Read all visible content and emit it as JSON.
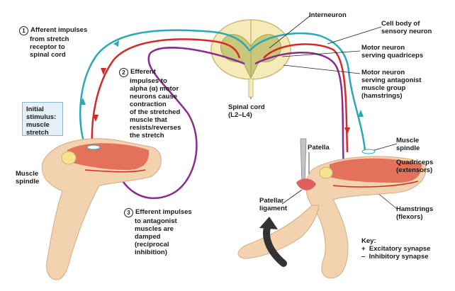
{
  "labels": {
    "afferent": [
      "Afferent impulses",
      "from stretch",
      "receptor to",
      "spinal cord"
    ],
    "efferent_alpha": [
      "Efferent",
      "impulses to",
      "alpha (α) motor",
      "neurons cause",
      "contraction",
      "of the stretched",
      "muscle that",
      "resists/reverses",
      "the stretch"
    ],
    "efferent_antagonist": [
      "Efferent impulses",
      "to antagonist",
      "muscles are",
      "damped",
      "(reciprocal",
      "inhibition)"
    ],
    "initial_stimulus": [
      "Initial",
      "stimulus:",
      "muscle",
      "stretch"
    ],
    "muscle_spindle_left": [
      "Muscle",
      "spindle"
    ],
    "muscle_spindle_right": [
      "Muscle",
      "spindle"
    ],
    "spinal_cord": [
      "Spinal cord",
      "(L2–L4)"
    ],
    "interneuron": "Interneuron",
    "cell_body": [
      "Cell body of",
      "sensory neuron"
    ],
    "motor_quadriceps": [
      "Motor neuron",
      "serving quadriceps"
    ],
    "motor_antagonist": [
      "Motor neuron",
      "serving antagonist",
      "muscle group",
      "(hamstrings)"
    ],
    "patella": "Patella",
    "quadriceps": [
      "Quadriceps",
      "(extensors)"
    ],
    "hamstrings": [
      "Hamstrings",
      "(flexors)"
    ],
    "patellar_ligament": [
      "Patellar",
      "ligament"
    ]
  },
  "step_numbers": [
    "1",
    "2",
    "3"
  ],
  "key": {
    "title": "Key:",
    "items": [
      {
        "symbol": "+",
        "text": "Excitatory synapse"
      },
      {
        "symbol": "–",
        "text": "Inhibitory synapse"
      }
    ]
  },
  "colors": {
    "afferent": "#2aa8b8",
    "efferent": "#d62a2a",
    "antagonist": "#8b2a8f",
    "cord_outer": "#f6ebb8",
    "gray_matter": "#c8c77a",
    "skin": "#f3d2b0",
    "muscle": "#e0604a",
    "stimulus_box": "#e3f0f7"
  }
}
